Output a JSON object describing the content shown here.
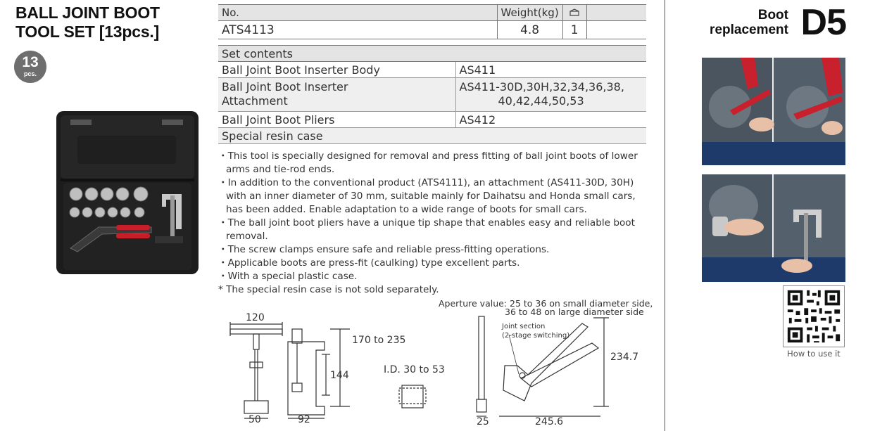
{
  "header": {
    "title_line1": "BALL JOINT BOOT",
    "title_line2": "TOOL SET [13pcs.]",
    "badge_count": "13",
    "badge_unit": "pcs."
  },
  "spec": {
    "col_no": "No.",
    "col_weight": "Weight(kg)",
    "col_qty_icon": "box-icon",
    "model": "ATS4113",
    "weight": "4.8",
    "qty": "1"
  },
  "contents": {
    "header": "Set contents",
    "items": [
      {
        "name": "Ball Joint Boot Inserter Body",
        "code": "AS411"
      },
      {
        "name_line1": "Ball Joint Boot Inserter",
        "name_line2": "Attachment",
        "code_line1": "AS411-30D,30H,32,34,36,38,",
        "code_line2": "40,42,44,50,53"
      },
      {
        "name": "Ball Joint Boot Pliers",
        "code": "AS412"
      }
    ],
    "case": "Special resin case"
  },
  "notes": [
    "・This tool is specially designed for removal and press fitting of ball joint boots of lower arms and tie-rod ends.",
    "・In addition to the conventional product (ATS4111), an attachment (AS411-30D, 30H) with an inner diameter of 30 mm, suitable mainly for Daihatsu and Honda small cars, has been added. Enable adaptation to a wide range of boots for small cars.",
    "・The ball joint boot pliers have a unique tip shape that enables easy and reliable boot removal.",
    "・The screw clamps ensure safe and reliable press-fitting operations.",
    "・Applicable boots are press-fit (caulking) type excellent parts.",
    "・With a special plastic case.",
    "* The special resin case is not sold separately."
  ],
  "dimensions": {
    "d120": "120",
    "d170": "170 to 235",
    "d144": "144",
    "d50": "50",
    "d92": "92",
    "id": "I.D. 30 to 53",
    "aperture1": "Aperture value: 25 to 36 on small diameter side,",
    "aperture2": "36 to 48 on large diameter side",
    "joint1": "Joint section",
    "joint2": "(2-stage switching)",
    "d234": "234.7",
    "d25": "25",
    "d245": "245.6"
  },
  "category": {
    "label_line1": "Boot",
    "label_line2": "replacement",
    "code": "D5"
  },
  "qr": {
    "caption": "How to use it"
  }
}
